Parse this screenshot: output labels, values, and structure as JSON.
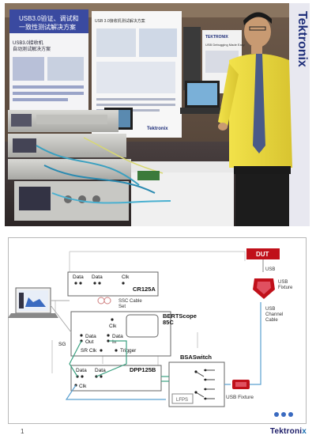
{
  "photo": {
    "poster_left_title_line1": "USB3.0验证、调试和",
    "poster_left_title_line2": "一致性测试解决方案",
    "poster_left_subtitle_line1": "USB3.0接收机",
    "poster_left_subtitle_line2": "自动测试解决方案",
    "poster_mid_header": "USB 3.0接收机测试解决方案",
    "poster_mid_brand": "Tektronix",
    "poster_right_brand": "TEKTRONIX",
    "poster_right_header": "USB Debugging Made Easy",
    "booth_sign": "Tektronix"
  },
  "diagram": {
    "dut": "DUT",
    "usb_top": "USB",
    "usb_fixture_top_line1": "USB",
    "usb_fixture_top_line2": "Fixture",
    "usb_channel_line1": "USB",
    "usb_channel_line2": "Channel",
    "usb_channel_line3": "Cable",
    "cr125a": "CR125A",
    "cr_data1": "Data",
    "cr_data2": "Data",
    "cr_clk": "Clk",
    "ssc_line1": "SSC Cable",
    "ssc_line2": "Set",
    "bertscope_line1": "BERTScope",
    "bertscope_line2": "85C",
    "bs_clk": "Clk",
    "bs_data_out_line1": "Data",
    "bs_data_out_line2": "Out",
    "bs_data_in_line1": "Data",
    "bs_data_in_line2": "In",
    "sg": "SG",
    "sr_clk": "SR Clk",
    "trigger": "Trigger",
    "bsaswitch": "BSASwitch",
    "dpp125b": "DPP125B",
    "dpp_data1": "Data",
    "dpp_data2": "Data",
    "dpp_clk": "Clk",
    "lfps": "LFPS",
    "usb_fixture_bottom": "USB Fixture"
  },
  "footer": {
    "logo_main": "Tektroni",
    "logo_x": "x",
    "page_mark": "1"
  },
  "colors": {
    "dut_fill": "#c0101a",
    "fixture_red": "#c0101a",
    "cable_green": "#3aa080",
    "cable_blue": "#5aa0d0"
  }
}
